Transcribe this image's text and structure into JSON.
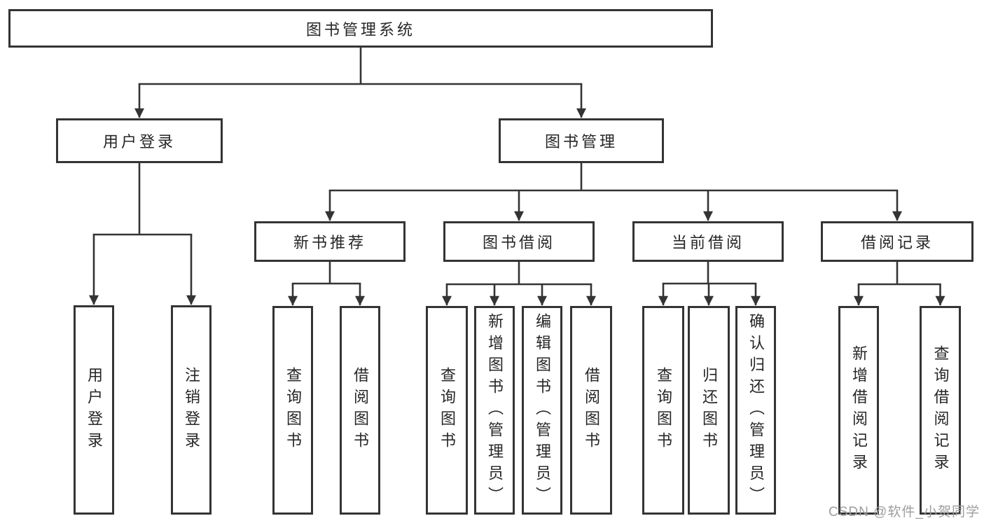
{
  "diagram": {
    "title": "图书管理系统",
    "nodes": {
      "root": {
        "label": "图书管理系统"
      },
      "user_login": {
        "label": "用户登录"
      },
      "book_mgmt": {
        "label": "图书管理"
      },
      "user_login_leaf": {
        "label": "用户登录"
      },
      "logout": {
        "label": "注销登录"
      },
      "new_book_rec": {
        "label": "新书推荐"
      },
      "book_borrow": {
        "label": "图书借阅"
      },
      "current_borrow": {
        "label": "当前借阅"
      },
      "borrow_records": {
        "label": "借阅记录"
      },
      "nbr_query": {
        "label": "查询图书"
      },
      "nbr_borrow": {
        "label": "借阅图书"
      },
      "bb_query": {
        "label": "查询图书"
      },
      "bb_add": {
        "label": "新增图书（管理员）"
      },
      "bb_edit": {
        "label": "编辑图书（管理员）"
      },
      "bb_borrow": {
        "label": "借阅图书"
      },
      "cb_query": {
        "label": "查询图书"
      },
      "cb_return": {
        "label": "归还图书"
      },
      "cb_confirm": {
        "label": "确认归还（管理员）"
      },
      "br_add": {
        "label": "新增借阅记录"
      },
      "br_query": {
        "label": "查询借阅记录"
      }
    },
    "edges": [
      {
        "from": "图书管理系统",
        "to": "用户登录"
      },
      {
        "from": "图书管理系统",
        "to": "图书管理"
      },
      {
        "from": "用户登录",
        "to": "用户登录"
      },
      {
        "from": "用户登录",
        "to": "注销登录"
      },
      {
        "from": "图书管理",
        "to": "新书推荐"
      },
      {
        "from": "图书管理",
        "to": "图书借阅"
      },
      {
        "from": "图书管理",
        "to": "当前借阅"
      },
      {
        "from": "图书管理",
        "to": "借阅记录"
      },
      {
        "from": "新书推荐",
        "to": "查询图书"
      },
      {
        "from": "新书推荐",
        "to": "借阅图书"
      },
      {
        "from": "图书借阅",
        "to": "查询图书"
      },
      {
        "from": "图书借阅",
        "to": "新增图书（管理员）"
      },
      {
        "from": "图书借阅",
        "to": "编辑图书（管理员）"
      },
      {
        "from": "图书借阅",
        "to": "借阅图书"
      },
      {
        "from": "当前借阅",
        "to": "查询图书"
      },
      {
        "from": "当前借阅",
        "to": "归还图书"
      },
      {
        "from": "当前借阅",
        "to": "确认归还（管理员）"
      },
      {
        "from": "借阅记录",
        "to": "新增借阅记录"
      },
      {
        "from": "借阅记录",
        "to": "查询借阅记录"
      }
    ],
    "colors": {
      "line": "#343434",
      "box_border": "#343434",
      "box_fill": "#ffffff",
      "text": "#262626",
      "watermark": "#9d9da2",
      "background": "#ffffff"
    }
  },
  "watermark": {
    "text": "CSDN @软件_小贺同学"
  }
}
